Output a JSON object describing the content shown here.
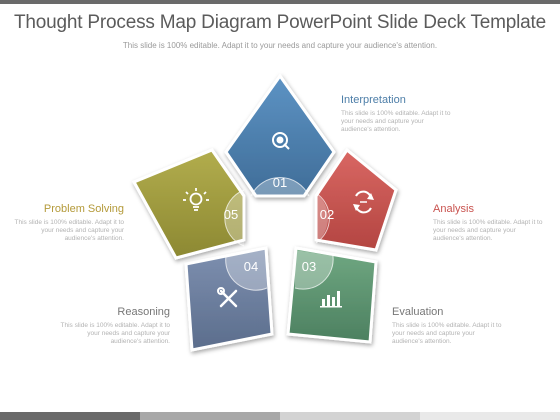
{
  "slide": {
    "title": "Thought Process Map Diagram PowerPoint Slide Deck Template",
    "subtitle": "This slide is 100% editable. Adapt it to your needs and capture your audience's attention."
  },
  "steps": [
    {
      "number": "01",
      "heading": "Interpretation",
      "description": "This slide is 100% editable. Adapt it to your needs and capture your audience's attention.",
      "color": "#4d7ea8",
      "icon": "target-icon"
    },
    {
      "number": "02",
      "heading": "Analysis",
      "description": "This slide is 100% editable. Adapt it to your needs and capture your audience's attention.",
      "color": "#c9534f",
      "icon": "refresh-icon"
    },
    {
      "number": "03",
      "heading": "Evaluation",
      "description": "This slide is 100% editable. Adapt it to your needs and capture your audience's attention.",
      "color": "#5e9470",
      "icon": "bar-chart-icon"
    },
    {
      "number": "04",
      "heading": "Reasoning",
      "description": "This slide is 100% editable. Adapt it to your needs and capture your audience's attention.",
      "color": "#6c7e9e",
      "icon": "tools-icon"
    },
    {
      "number": "05",
      "heading": "Problem Solving",
      "description": "This slide is 100% editable. Adapt it to your needs and capture your audience's attention.",
      "color": "#9e9a3d",
      "icon": "lightbulb-icon"
    }
  ],
  "colors": {
    "heading": "#4d7ea8",
    "analysis_heading": "#c9534f",
    "problem_solving_heading": "#b49a3a",
    "text_muted": "#b3b3b3"
  }
}
